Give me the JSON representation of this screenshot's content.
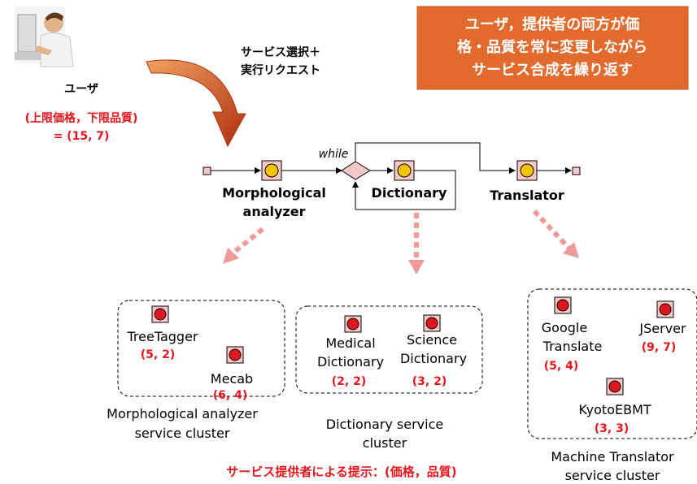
{
  "callout": {
    "lines": [
      "ユーザ，提供者の両方が価",
      "格・品質を常に変更しながら",
      "サービス合成を繰り返す"
    ],
    "bg_color": "#e26a2c"
  },
  "request": {
    "lines": [
      "サービス選択＋",
      "実行リクエスト"
    ]
  },
  "user": {
    "label": "ユーザ",
    "constraint_label": "(上限価格，下限品質)",
    "constraint_value": "= (15, 7)",
    "icon": "user-at-computer-icon"
  },
  "workflow": {
    "loop_label": "while",
    "nodes": [
      "Morphological",
      "analyzer",
      "Dictionary",
      "Translator"
    ]
  },
  "clusters": {
    "morph": {
      "services": [
        {
          "name": "TreeTagger",
          "value": "(5, 2)"
        },
        {
          "name": "Mecab",
          "value": "(6, 4)"
        }
      ],
      "caption": [
        "Morphological analyzer",
        "service cluster"
      ]
    },
    "dict": {
      "services": [
        {
          "name": [
            "Medical",
            "Dictionary"
          ],
          "value": "(2, 2)"
        },
        {
          "name": [
            "Science",
            "Dictionary"
          ],
          "value": "(3, 2)"
        }
      ],
      "caption": [
        "Dictionary service",
        "cluster"
      ]
    },
    "trans": {
      "services": [
        {
          "name": [
            "Google",
            "Translate"
          ],
          "value": "(5, 4)"
        },
        {
          "name": "JServer",
          "value": "(9, 7)"
        },
        {
          "name": "KyotoEBMT",
          "value": "(3, 3)"
        }
      ],
      "caption": [
        "Machine Translator",
        "service cluster"
      ]
    }
  },
  "footer": {
    "text": "サービス提供者による提示：(価格，品質)"
  },
  "colors": {
    "red": "#e8141b",
    "arrow_pink": "#f0a0a0",
    "node_fill": "#f7c8c8",
    "node_core": "#f5c400",
    "service_core": "#e0161e"
  }
}
